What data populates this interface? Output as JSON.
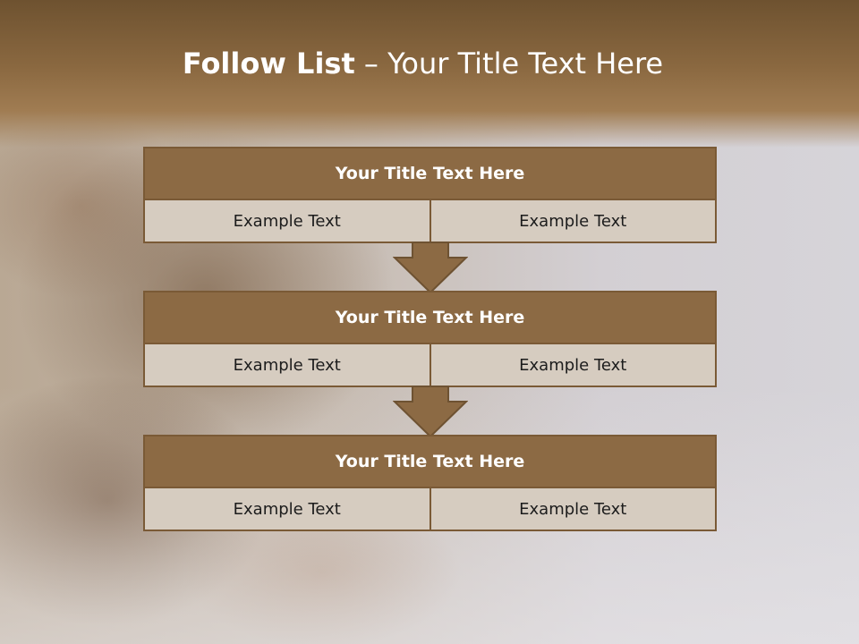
{
  "slide": {
    "title_bold": "Follow List",
    "title_separator": " – ",
    "title_rest": "Your Title Text Here"
  },
  "steps": [
    {
      "title": "Your Title Text Here",
      "left": "Example Text",
      "right": "Example Text"
    },
    {
      "title": "Your Title Text Here",
      "left": "Example Text",
      "right": "Example Text"
    },
    {
      "title": "Your Title Text Here",
      "left": "Example Text",
      "right": "Example Text"
    }
  ],
  "colors": {
    "header_band": "#8a6840",
    "step_header": "#8c6a44",
    "step_cell": "#d6ccc0",
    "border": "#7a5a36",
    "arrow_fill": "#8c6a44"
  }
}
